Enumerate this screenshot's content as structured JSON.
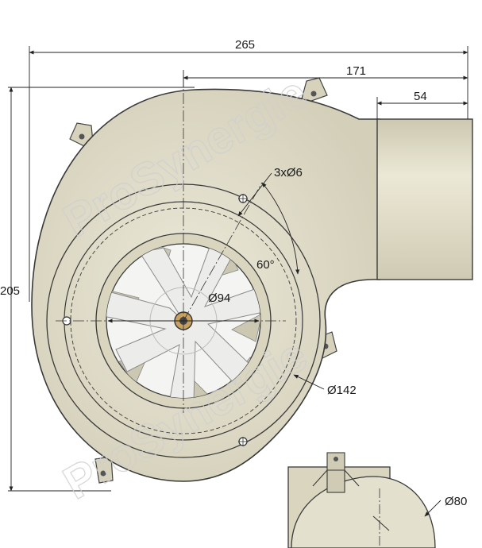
{
  "drawing": {
    "dimensions": {
      "overall_width": "265",
      "to_outlet": "171",
      "outlet_width": "54",
      "overall_height": "205",
      "holes": "3xØ6",
      "angle": "60°",
      "inlet_diameter": "Ø94",
      "bolt_circle": "Ø142",
      "outlet_diameter": "Ø80"
    },
    "watermark": "ProSynergie",
    "colors": {
      "housing": "#dedbc7",
      "housing_dark": "#c7c3ac",
      "wheel": "#eeeeec",
      "line": "#222222"
    }
  }
}
